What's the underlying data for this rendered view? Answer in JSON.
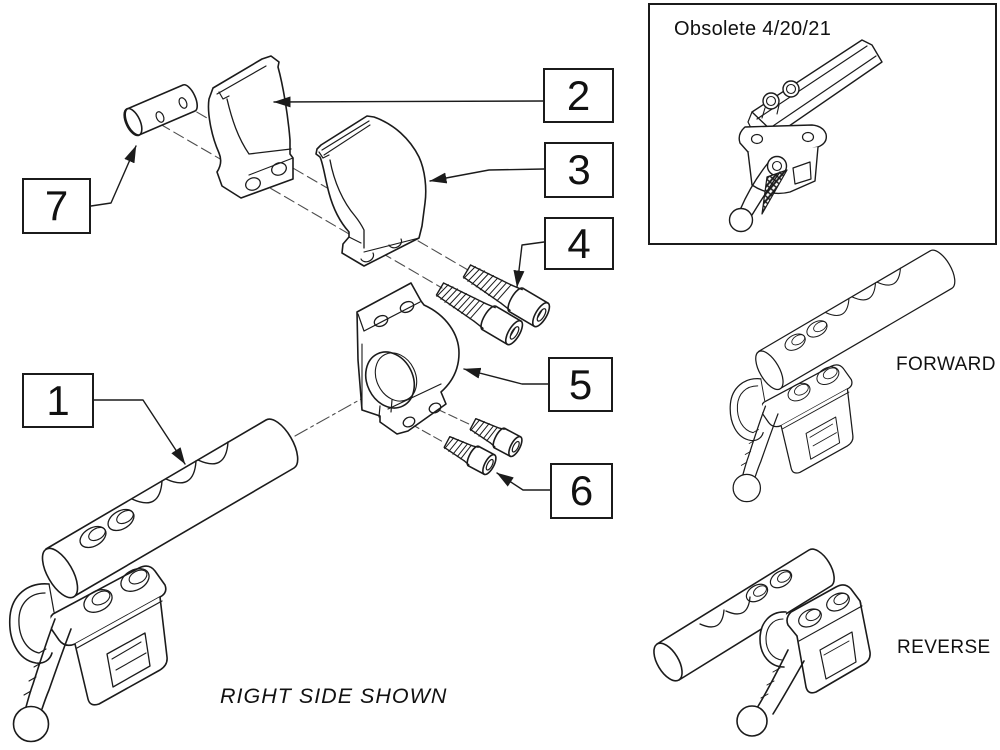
{
  "diagram": {
    "callouts": [
      "1",
      "2",
      "3",
      "4",
      "5",
      "6",
      "7"
    ],
    "inset_title": "Obsolete 4/20/21",
    "forward_label": "FORWARD",
    "reverse_label": "REVERSE",
    "caption": "RIGHT SIDE SHOWN",
    "colors": {
      "line": "#1b1b1b",
      "guide_line": "#4d4d4d",
      "background": "#ffffff"
    }
  }
}
